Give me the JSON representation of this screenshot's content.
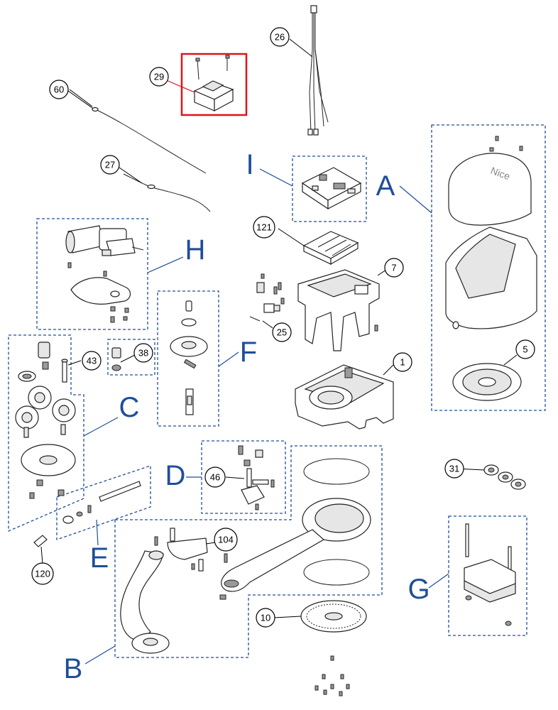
{
  "callouts": {
    "c26": "26",
    "c29": "29",
    "c60": "60",
    "c27": "27",
    "c121": "121",
    "c7": "7",
    "c25": "25",
    "c1": "1",
    "c5": "5",
    "c43": "43",
    "c38": "38",
    "c46": "46",
    "c104": "104",
    "c31": "31",
    "c10": "10",
    "c120": "120"
  },
  "groups": {
    "A": "A",
    "B": "B",
    "C": "C",
    "D": "D",
    "E": "E",
    "F": "F",
    "G": "G",
    "H": "H",
    "I": "I"
  },
  "colors": {
    "group_blue": "#1f4e9a",
    "highlight_red": "#e0141b"
  },
  "logo_text": "Nice"
}
